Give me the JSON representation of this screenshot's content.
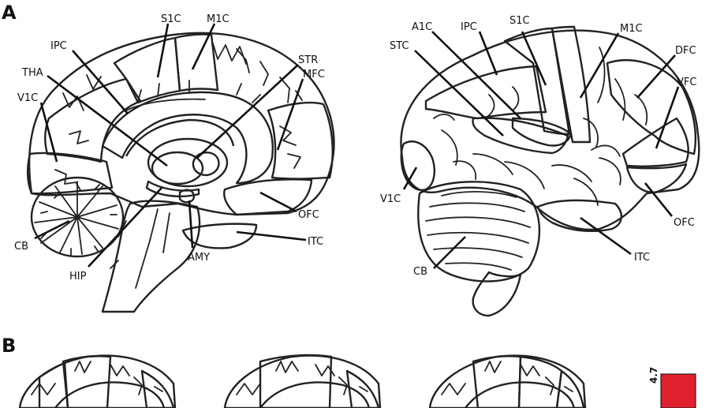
{
  "panels": {
    "a": "A",
    "b": "B"
  },
  "medial_labels": {
    "s1c": "S1C",
    "m1c": "M1C",
    "ipc": "IPC",
    "str": "STR",
    "tha": "THA",
    "mfc": "MFC",
    "v1c": "V1C",
    "cb": "CB",
    "ofc": "OFC",
    "itc": "ITC",
    "hip": "HIP",
    "amy": "AMY"
  },
  "lateral_labels": {
    "a1c": "A1C",
    "ipc": "IPC",
    "s1c": "S1C",
    "m1c": "M1C",
    "stc": "STC",
    "dfc": "DFC",
    "vfc": "VFC",
    "v1c": "V1C",
    "ofc": "OFC",
    "cb": "CB",
    "itc": "ITC"
  },
  "scale": {
    "max": "4.7"
  },
  "colors": {
    "v1c": "#ec7c5c",
    "ipc": "#12a592",
    "s1c": "#ef8fc4",
    "m1c": "#7b93cf",
    "mfc": "#8fd4ec",
    "ofc": "#ee7a78",
    "itc": "#d4eda5",
    "cb": "#f7c89d",
    "str": "#7fc845",
    "tha": "#c7bde6",
    "stc": "#8b54b7",
    "a1c": "#ee5a64",
    "dfc": "#a6d8b6",
    "vfc": "#4f86c9",
    "amy": "#f6c200",
    "hip": "#4a90c8",
    "scale_red": "#e0202e"
  }
}
